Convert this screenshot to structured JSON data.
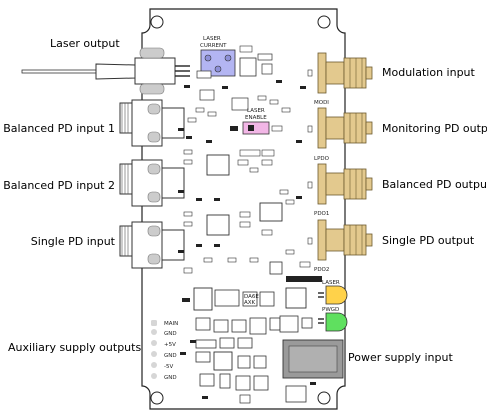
{
  "labels": {
    "laser_output": "Laser output",
    "balanced_pd_input_1": "Balanced PD input 1",
    "balanced_pd_input_2": "Balanced PD input 2",
    "single_pd_input": "Single PD input",
    "auxiliary_supply_outputs": "Auxiliary supply outputs",
    "modulation_input": "Modulation input",
    "monitoring_pd_output": "Monitoring PD output",
    "balanced_pd_output": "Balanced PD output",
    "single_pd_output": "Single PD output",
    "power_supply_input": "Power supply input"
  },
  "silkscreen": {
    "laser_current_1": "LASER",
    "laser_current_2": "CURRENT",
    "laser_enable_1": "LASER",
    "laser_enable_2": "ENABLE",
    "modi": "MODI",
    "lpdo": "LPDO",
    "pdo1": "PDO1",
    "pdo2": "PDO2",
    "laser_led": "LASER",
    "pwgd_led": "PWGD",
    "aux_pins": [
      "MAIN",
      "GND",
      "+5V",
      "GND",
      "-5V",
      "GND"
    ],
    "chip_text_1": "DA6E",
    "chip_text_2": "AXK"
  },
  "colors": {
    "pcb_outline": "#222222",
    "connector_gold": "#e3c98e",
    "laser_pot": "#b3b5f2",
    "enable_switch": "#f2b6e6",
    "led_yellow": "#ffd24a",
    "led_green": "#5fe05f",
    "power_jack": "#9a9a9a"
  }
}
